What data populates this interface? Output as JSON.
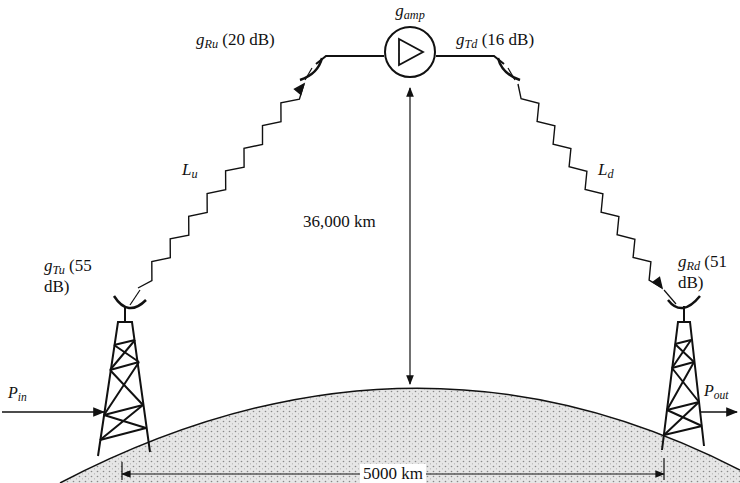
{
  "diagram": {
    "nodes": [
      {
        "text": [
          "gamp"
        ]
      }
    ],
    "labels": [
      "gRu (20 dB)",
      "gTd (16 dB)",
      "Lu",
      "Ld",
      "36,000 km",
      "gTu (55 dB)",
      "gRd (51 dB)",
      "Pin",
      "Pout",
      "5000 km"
    ]
  }
}
